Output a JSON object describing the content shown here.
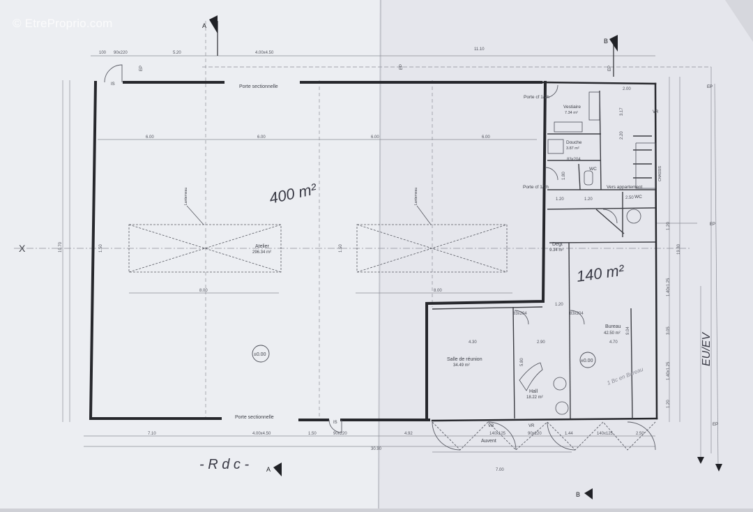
{
  "watermark": "© EtreProprio.com",
  "colors": {
    "paper": "#e9eaee",
    "line": "#6d6f78",
    "wall": "#2a2b30",
    "ink": "#555762",
    "pencil": "#4a4c58"
  },
  "rooms": {
    "atelier_name": "Atelier",
    "atelier_area": "296.34 m²",
    "degt_name": "Degt",
    "degt_area": "9.34 m²",
    "bureau_name": "Bureau",
    "bureau_area": "42.50 m²",
    "reunion_name": "Salle de réunion",
    "reunion_area": "34.49 m²",
    "hall_name": "Hall",
    "hall_area": "18.22 m²",
    "vestiaire_name": "Vestiaire",
    "vestiaire_area": "7.34 m²",
    "douche_name": "Douche",
    "douche_area": "3.87 m²",
    "wc_label": "WC",
    "vers_label": "Vers appartement"
  },
  "labels": {
    "porte_top": "Porte sectionnelle",
    "porte_bottom": "Porte sectionnelle",
    "porte_cf_1": "Porte cf 1/2h",
    "porte_cf_2": "Porte cf 1/2h",
    "niveau_1": "±0.00",
    "niveau_2": "±0.00",
    "rdc": "- R d c -",
    "eu_ev": "EU/EV",
    "auvent": "Auvent",
    "section_a_top": "A",
    "section_b_top": "B",
    "section_a_bottom": "A",
    "section_b_bottom": "B",
    "x_mark": "X",
    "ep": "EP",
    "lanterneau_1": "Lanterneau",
    "lanterneau_2": "Lanterneau",
    "is_1": "IS",
    "is_2": "IS",
    "vr_1": "VR",
    "vr_2": "VR",
    "vr_3": "VR",
    "chassis": "CHASSIS",
    "pencil_note": "1 Bc en Bureau"
  },
  "handwriting": {
    "area_big": "400 m²",
    "area_small": "140 m²"
  },
  "dimensions": {
    "top_chain": [
      "100",
      "90x220",
      "5.20",
      "4.00x4.50",
      "11.10"
    ],
    "span": [
      "6.00",
      "6.00",
      "6.00",
      "6.00"
    ],
    "grid_8": [
      "8.00",
      "8.00"
    ],
    "bottom_chain": [
      "7.10",
      "4.00x4.50",
      "1.50",
      "90x220",
      "4.92",
      "140x125",
      "90x220",
      "1.44",
      "140x125",
      "2.50"
    ],
    "total_bottom": "30.90",
    "dim_7": "7.00",
    "left_height": "19.70",
    "h_150_left": "1.50",
    "h_150_right": "1.50",
    "right_dims": [
      "19.80",
      "1.40x1.25",
      "3.05",
      "1.40x1.25",
      "1.20",
      "1.20"
    ],
    "reunion_w": "4.30",
    "hall_w": "2.90",
    "bureau_w": "4.70",
    "hall_h": "5.80",
    "bureau_h": "9.04",
    "door_830_1": "83x204",
    "door_830_2": "83x204",
    "door_830_3": "83x204",
    "degt_w": "1.20",
    "wc_dims": [
      "1.20",
      "1.20",
      "2.50"
    ],
    "douche_dims": [
      "1.80",
      "2.00",
      "3.17",
      "2.20"
    ]
  }
}
